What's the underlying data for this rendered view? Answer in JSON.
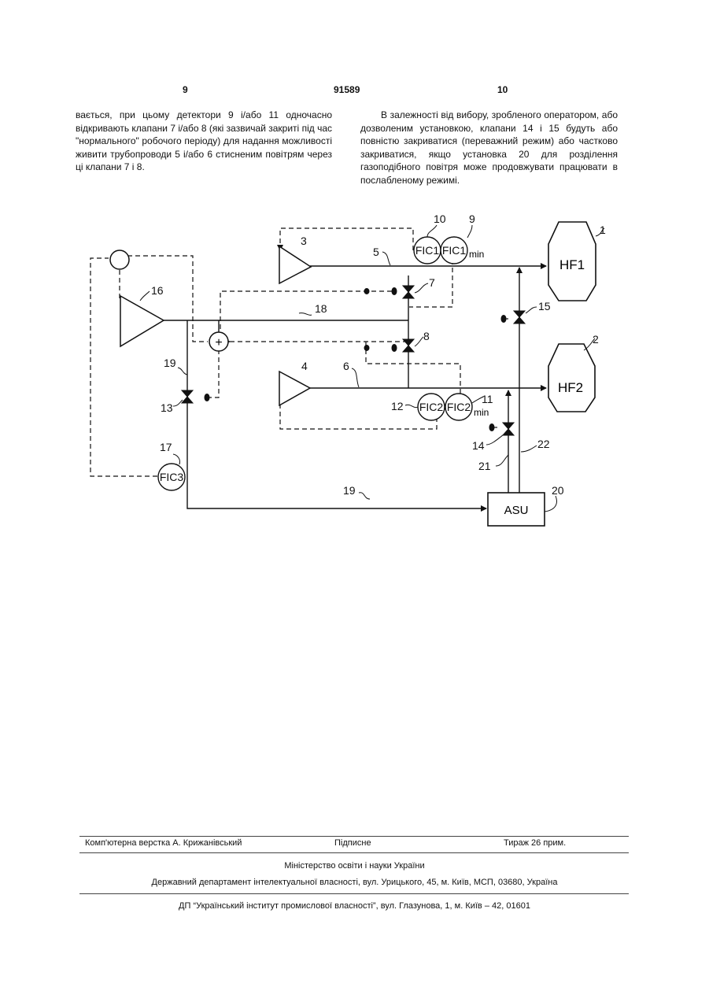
{
  "header": {
    "left_page": "9",
    "patent_no": "91589",
    "right_page": "10"
  },
  "text": {
    "left": "вається, при цьому детектори 9 і/або 11 одночасно відкривають клапани 7 і/або 8 (які зазвичай закриті під час \"нормального\" робочого періоду) для надання можливості живити трубопроводи 5 і/або 6 стисненим повітрям через ці клапани 7 і 8.",
    "right": "В залежності від вибору, зробленого оператором, або дозволеним установкою, клапани 14 і 15 будуть або повністю закриватися (переважний режим) або частково закриватися, якщо установка 20 для розділення газоподібного повітря може продовжувати працювати в послабленому режимі."
  },
  "diagram": {
    "blocks": {
      "hf1": "HF1",
      "hf2": "HF2",
      "asu": "ASU"
    },
    "controllers": {
      "fic1_a": "FIC1",
      "fic1_b": "FIC1",
      "fic2_a": "FIC2",
      "fic2_b": "FIC2",
      "fic3": "FIC3"
    },
    "sum_symbol": "+",
    "min_label": "min",
    "refs": {
      "r1": "1",
      "r2": "2",
      "r3": "3",
      "r4": "4",
      "r5": "5",
      "r6": "6",
      "r7": "7",
      "r8": "8",
      "r9": "9",
      "r10": "10",
      "r11": "11",
      "r12": "12",
      "r13": "13",
      "r14": "14",
      "r15": "15",
      "r16": "16",
      "r17": "17",
      "r18": "18",
      "r19a": "19",
      "r19b": "19",
      "r20": "20",
      "r21": "21",
      "r22": "22"
    }
  },
  "footer": {
    "layout": "Комп'ютерна верстка А. Крижанівський",
    "signed": "Підписне",
    "circulation": "Тираж 26 прим.",
    "ministry": "Міністерство освіти і науки України",
    "department": "Державний департамент інтелектуальної власності, вул. Урицького, 45, м. Київ, МСП, 03680, Україна",
    "institute": "ДП “Український інститут промислової власності”, вул. Глазунова, 1, м. Київ – 42, 01601"
  }
}
